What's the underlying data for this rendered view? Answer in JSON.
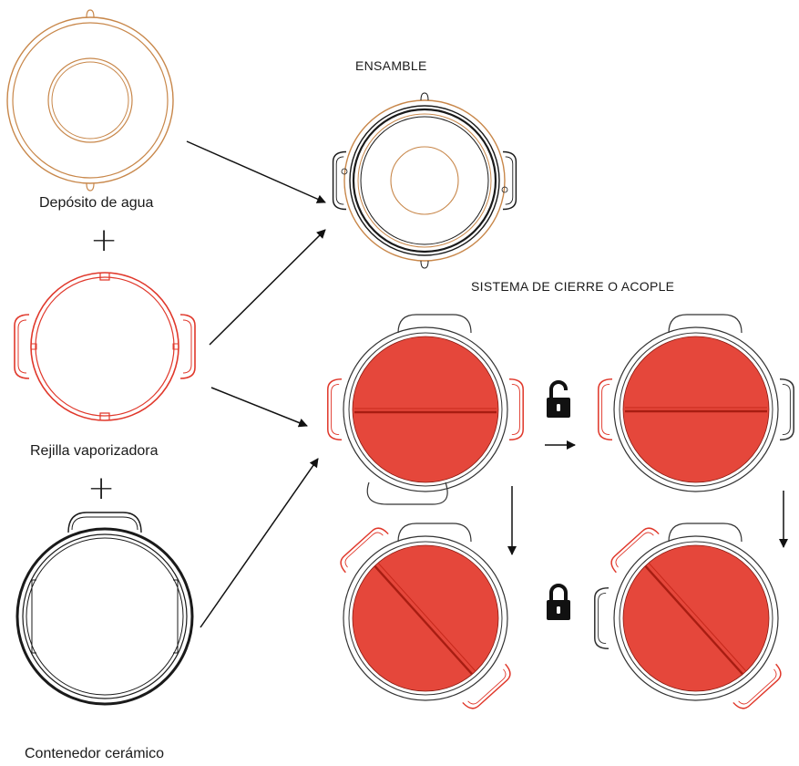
{
  "labels": {
    "ensamble": "ENSAMBLE",
    "sistema": "SISTEMA DE CIERRE  O ACOPLE",
    "deposito": "Depósito de agua",
    "rejilla": "Rejilla vaporizadora",
    "contenedor": "Contenedor cerámico",
    "plus_symbol": "+"
  },
  "colors": {
    "deposito": "#c8874a",
    "rejilla": "#e0382b",
    "contenedor": "#1a1a1a",
    "lid_fill": "#e5473b",
    "arrow": "#111111",
    "text": "#1a1a1a"
  },
  "icons": {
    "unlocked": "padlock-open-icon",
    "locked": "padlock-closed-icon"
  }
}
